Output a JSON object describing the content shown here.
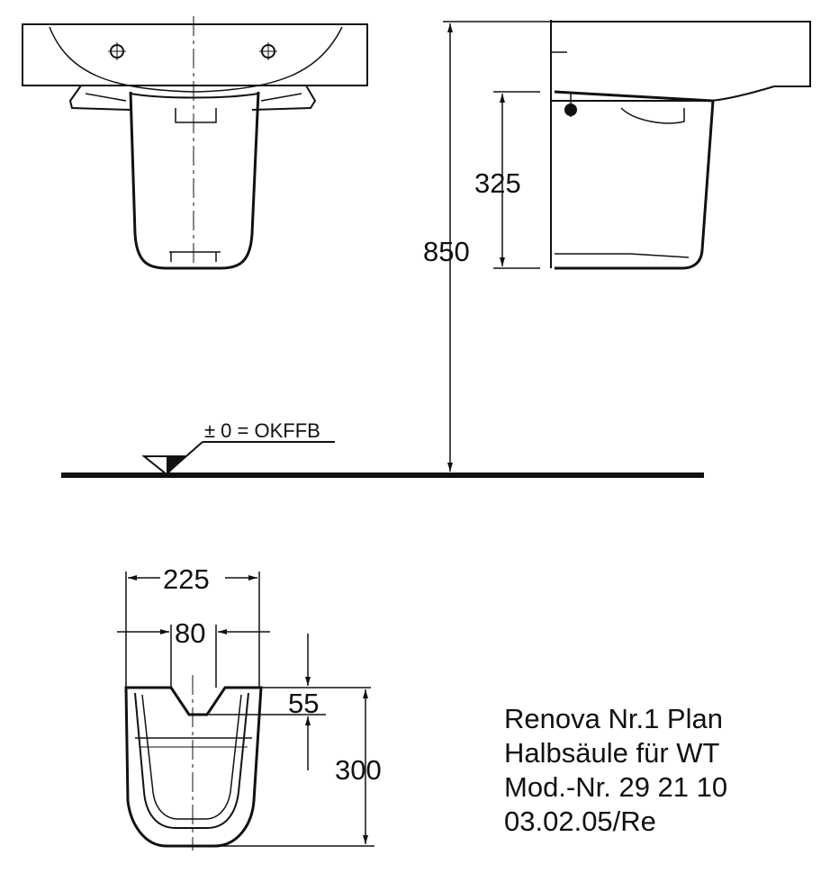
{
  "dimensions": {
    "total_height": "850",
    "halfpedestal_height": "325",
    "width_outer": "225",
    "width_inner": "80",
    "notch_depth": "55",
    "depth": "300"
  },
  "floor_label": "± 0 = OKFFB",
  "title_block": {
    "product": "Renova Nr.1 Plan",
    "description": "Halbsäule für WT",
    "model": "Mod.-Nr. 29 21 10",
    "date_code": "03.02.05/Re"
  },
  "colors": {
    "line": "#111111",
    "background": "#ffffff"
  }
}
